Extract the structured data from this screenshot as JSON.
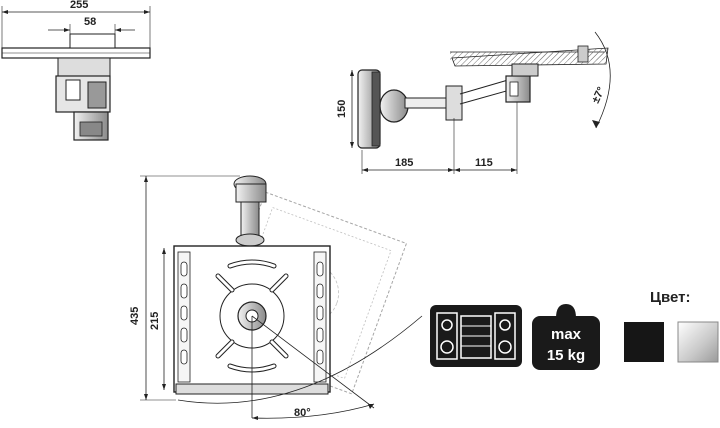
{
  "dimensions": {
    "top_width": "255",
    "top_inner": "58",
    "side_height": "150",
    "arm_length_1": "185",
    "arm_length_2": "115",
    "tilt": "±7°",
    "front_height": "435",
    "plate_height": "215",
    "swivel": "80°"
  },
  "weight_badge": {
    "line1": "max",
    "line2": "15 kg"
  },
  "color_section": {
    "label": "Цвет:",
    "swatches": [
      {
        "name": "black",
        "color": "#161616"
      },
      {
        "name": "silver",
        "color": "#c8c8c8"
      }
    ]
  },
  "icons": [
    "av-equipment-icon",
    "weight-icon"
  ]
}
